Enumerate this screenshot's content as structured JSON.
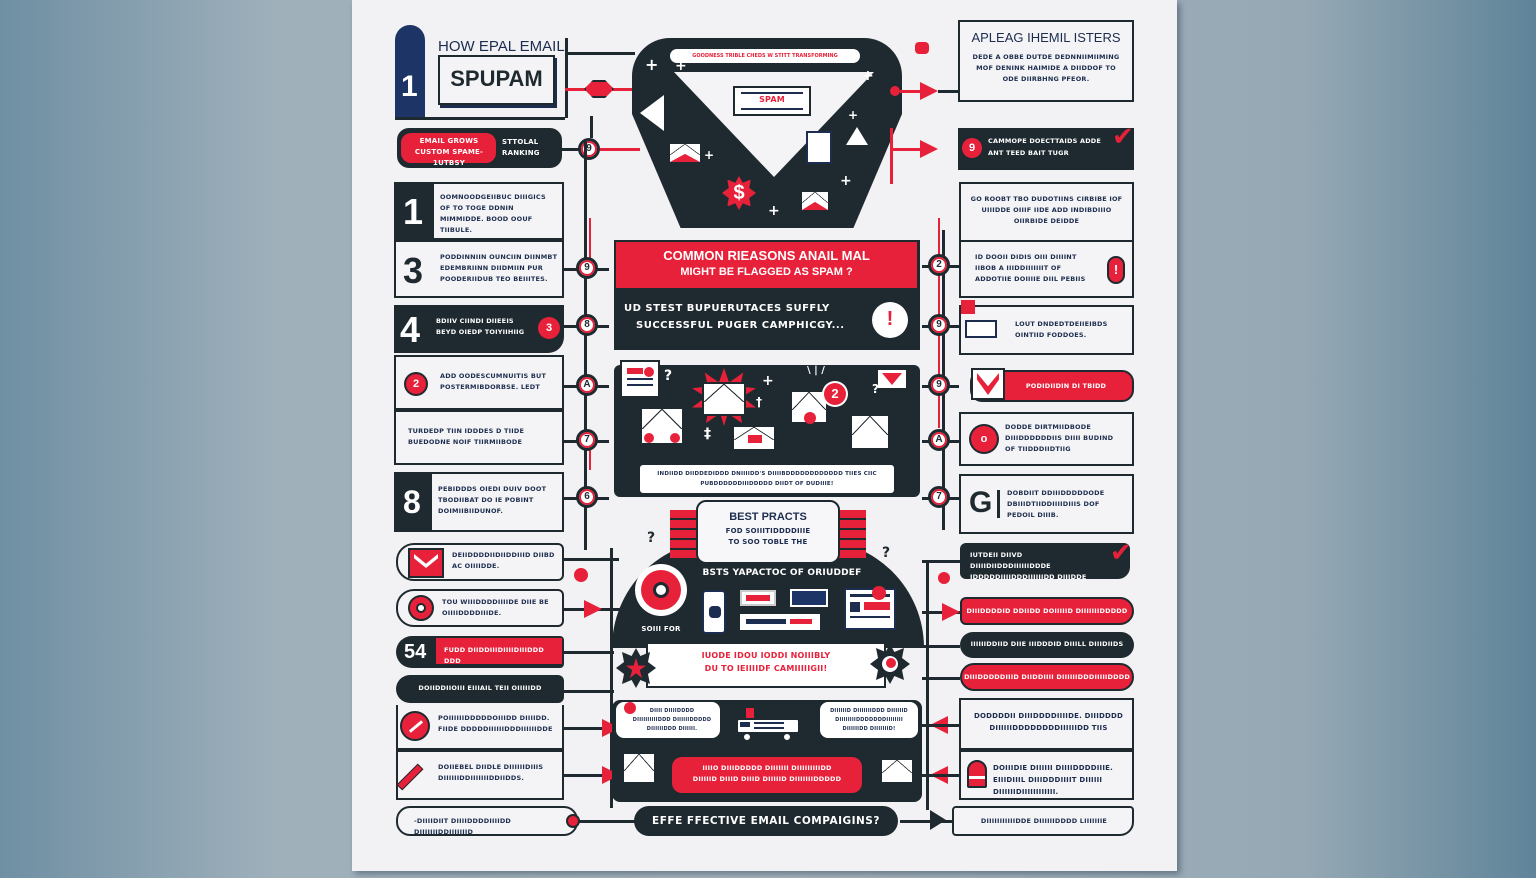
{
  "poster": {
    "title_top": "HOW EPAL EMAIL",
    "title_main": "SPUPAM",
    "title_number": "1"
  },
  "top_envelope": {
    "banner": "GOODNESS TRIBLE CHEDS W STITT TRANSFORMING",
    "doc_label": "SPAM",
    "dollar_badge": "$"
  },
  "top_right": {
    "title": "APLEAG IHEMIL ISTERS",
    "body": "DEDE A OBBE DUTDE DEDNNIIMIIMING MOF DENINK HAIMIDE A DIIDDOF TO ODE DIIRBHNG PFEOR."
  },
  "row2_left": {
    "red_label": "EMAIL GROWS CUSTOM SPAME-1UTBSY",
    "dark_label": "STTOLAL RANKING",
    "node": "9"
  },
  "row2_right": {
    "badge": "9",
    "text": "CAMMOPE DOECTTAIDS ADDE ANT TEED BAIT TUGR"
  },
  "left_list": [
    {
      "num": "1",
      "text": "OOMNOODGEIIBUC DIIIGICS OF TO TOGE DDNIN MIMMIDDE. BOOD OOUF TIIBULE."
    },
    {
      "num": "3",
      "text": "PODDINNIIN OUNCIIN DIINMBT EDEMBRIINN DIIDMIIN PUR POODERIIDUB TEO BEIIITES."
    },
    {
      "num": "4",
      "text": "BDIIV CIINDI DIIEEIS BEYD OIEDP TOIYIIHIIG",
      "badge": "3"
    },
    {
      "num": "2",
      "text": "ADD OODESCUMNUITIS BUT POSTERMIBDORBSE. LEDT"
    },
    {
      "num": "",
      "text": "TURDEDP TIIN IDDDES D TIIDE BUEDODNE NOIF TIIRMIIBODE"
    },
    {
      "num": "8",
      "text": "PEBIDDDS OIEDI DUIV DOOT TBODIIBAT DO IE POBINT DOIMIIBIIDUNOF."
    }
  ],
  "center_banner": {
    "title_line1": "COMMON RIEASONS ANAIL MAL",
    "title_line2": "MIGHT BE FLAGGED AS SPAM ?",
    "sub_line1": "UD STEST BUPUERUTACES SUFFLY",
    "sub_line2": "SUCCESSFUL PUGER CAMPHICGY...",
    "alert": "!"
  },
  "left_nodes": [
    "9",
    "9",
    "8",
    "A",
    "7",
    "6"
  ],
  "right_nodes": [
    "9",
    "2",
    "9",
    "9",
    "A",
    "7"
  ],
  "right_list": [
    {
      "text": "GO ROOBT TBO DUDOTIINS CIRBIBE IOF UIIIDDE OIIIF IIDE ADD INDIBDIIIO OIIRBIDE DEIDDE"
    },
    {
      "text": "ID DOOII DIDIS OIII DIIIINT IIBOB A IIIDDIIIIIIIT OF ADDOTIIE DOIIIIE DIIL PEBIIS",
      "alert": "!"
    },
    {
      "text": "LOUT DNDEDTDEIIEIBDS OINTIID FODDOES."
    },
    {
      "text": "PODIDIIDIN DI TBIDD"
    },
    {
      "text": "DODDE DIRTMIIDBODE DIIIDDDDDDIIS DIIII BUDIND OF TIIDDDIIDTIIG",
      "badge": "o"
    },
    {
      "num": "G",
      "text": "DOBDIIT DDIIIDDDDDODE DBIIIDTIIDDIIIIDIIIS DOF PEDOIL DIIIB."
    }
  ],
  "center_icons": {
    "badge_count": "2",
    "caption": "INDIIDD DIIDDEDIDDD DNIIIIDD'S DIIIIBDDDDDDDDDDDD TIIES CIIC PUBDDDDDDIIIDDDDD DIIDT OF DUDIIIE!"
  },
  "best_practices": {
    "title": "BEST PRACTS",
    "sub_line1": "FOD SOIIITIDDDDIIIE",
    "sub_line2": "TO SOO TOBLE THE",
    "heading": "BSTS YAPACTOC OF ORIUDDEF",
    "target_label": "SOIII FOR",
    "callout_line1": "IUODE IDOU IODDI NOIIIBLY",
    "callout_line2": "DU TO IEIIIIDF CAMIIIIIGII!"
  },
  "left_lower": [
    {
      "icon": "envelope",
      "text": "DEIIDDDDIIDIIDDIIID DIIBD AC OIIIIDDE."
    },
    {
      "icon": "target",
      "text": "TOU WIIIDDDDIIIIDE DIIE BE OIIIIDDDDIIIDE."
    },
    {
      "num": "54",
      "text": "FUDD DIIDDIIIDIIIIDIIIDDD DDD"
    },
    {
      "text": "DOIIDDIIOIII EIIIAIL TEII OIIIIIDD"
    },
    {
      "icon": "no-sign",
      "text": "POIIIIIIDDDDDOIIIDD DIIIIDD. FIIDE DDDDDIIIIIIDDDIIIIIIDDE"
    },
    {
      "icon": "pen",
      "text": "DOIIEBEL DIIDLE DIIIIIIDIIIS DIIIIIIDDIIIIIIIDDIIDDS."
    },
    {
      "text": "-DIIIIDIIT DIIIIDDDDIIIIDD DIIIIIIIDDIIIIIIID"
    }
  ],
  "right_lower": [
    {
      "text": "IUTDEII DIIVD DIIIIDIIDDDIIIIIIDDDE IDDDDDIIIIDDDIIIIIIDD DIIIDDE",
      "check": true
    },
    {
      "text": "DIIIDDDDID DDIIDD DOIIIIID DIIIIIIIDDDDD"
    },
    {
      "text": "IIIIIIDDIID DIIE IIIDDDID DIIILL DIIIDIIDS"
    },
    {
      "text": "DIIIDDDDDIIID DIIDDIIII DIIIIIIDDDIIIIIDDDD"
    },
    {
      "text": "DODDDDII DIIIDDDDIIIIDE. DIIIDDDD DIIIIIIDDDDDDDDIIIIIIDD TIIS"
    },
    {
      "text": "DOIIIDIE DIIIIII DIIIIDDDDIIIE. EIIIDIIIL DIIIDDDIIIIT DIIIIII DIIIIIIDIIIIIIIIIIII.",
      "icon": "lock"
    },
    {
      "text": "DIIIIIIIIIIIDDE DIIIIIIDDDD LIIIIIIIE"
    }
  ],
  "bottom_panel": {
    "left_note": "DIIII DIIIIDDDD DIIIIIIIIIIDDD DIIIIIIDDDDD DIIIIIIDDD DIIIIII.",
    "right_note": "DIIIIIID DIIIIIIIDDD DIIIIIID DIIIIIIIIDDDDDDDIIIIIIII DIIIIIIDD DIIIIIIID!",
    "red_line1": "IIIIO DIIIDDDDD DIIIIIII DIIIIIIIIIDD",
    "red_line2": "DIIIIID DIIID DIIID DIIIIID DIIIIIIIDDDDD",
    "footer": "EFFE FFECTIVE EMAIL COMPAIGINS?"
  },
  "colors": {
    "red": "#e8213a",
    "navy": "#1d2d4f",
    "dark": "#1f2a30",
    "paper": "#f2f1f3"
  }
}
